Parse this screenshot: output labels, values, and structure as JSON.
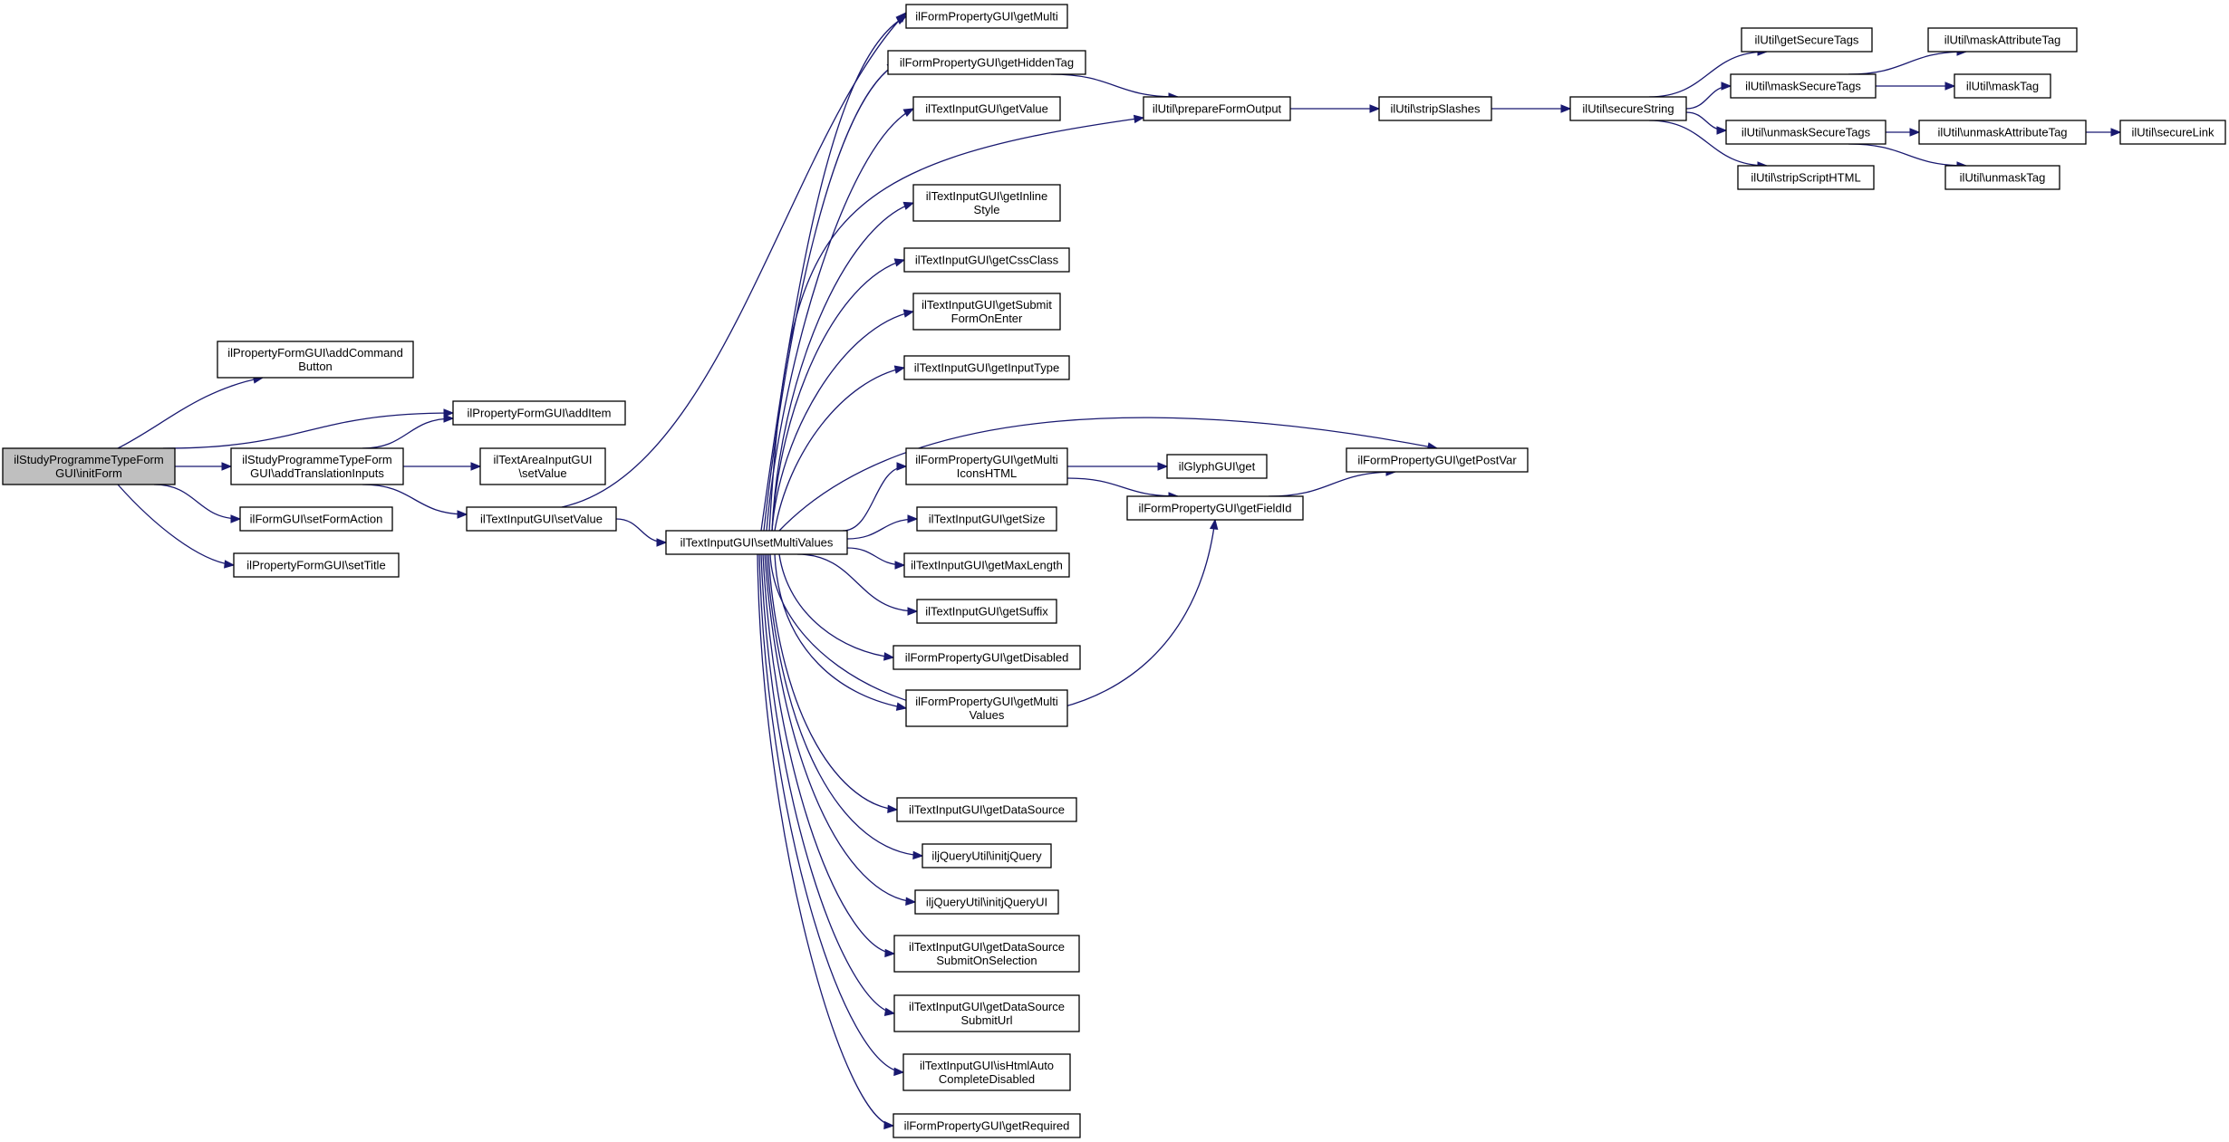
{
  "diagram": {
    "edge_color": "#191970",
    "root_fill": "#bfbfbf",
    "nodes": [
      {
        "id": "root",
        "lines": [
          "ilStudyProgrammeTypeForm",
          "GUI\\initForm"
        ]
      },
      {
        "id": "addCommandButton",
        "lines": [
          "ilPropertyFormGUI\\addCommand",
          "Button"
        ]
      },
      {
        "id": "addItem",
        "lines": [
          "ilPropertyFormGUI\\addItem"
        ]
      },
      {
        "id": "addTranslationInputs",
        "lines": [
          "ilStudyProgrammeTypeForm",
          "GUI\\addTranslationInputs"
        ]
      },
      {
        "id": "setFormAction",
        "lines": [
          "ilFormGUI\\setFormAction"
        ]
      },
      {
        "id": "setTitle",
        "lines": [
          "ilPropertyFormGUI\\setTitle"
        ]
      },
      {
        "id": "textAreaSetValue",
        "lines": [
          "ilTextAreaInputGUI",
          "\\setValue"
        ]
      },
      {
        "id": "textSetValue",
        "lines": [
          "ilTextInputGUI\\setValue"
        ]
      },
      {
        "id": "setMultiValues",
        "lines": [
          "ilTextInputGUI\\setMultiValues"
        ]
      },
      {
        "id": "getMulti",
        "lines": [
          "ilFormPropertyGUI\\getMulti"
        ]
      },
      {
        "id": "getHiddenTag",
        "lines": [
          "ilFormPropertyGUI\\getHiddenTag"
        ]
      },
      {
        "id": "getValue",
        "lines": [
          "ilTextInputGUI\\getValue"
        ]
      },
      {
        "id": "getInlineStyle",
        "lines": [
          "ilTextInputGUI\\getInline",
          "Style"
        ]
      },
      {
        "id": "getCssClass",
        "lines": [
          "ilTextInputGUI\\getCssClass"
        ]
      },
      {
        "id": "getSubmitFormOnEnter",
        "lines": [
          "ilTextInputGUI\\getSubmit",
          "FormOnEnter"
        ]
      },
      {
        "id": "getInputType",
        "lines": [
          "ilTextInputGUI\\getInputType"
        ]
      },
      {
        "id": "getMultiIconsHTML",
        "lines": [
          "ilFormPropertyGUI\\getMulti",
          "IconsHTML"
        ]
      },
      {
        "id": "getSize",
        "lines": [
          "ilTextInputGUI\\getSize"
        ]
      },
      {
        "id": "getMaxLength",
        "lines": [
          "ilTextInputGUI\\getMaxLength"
        ]
      },
      {
        "id": "getSuffix",
        "lines": [
          "ilTextInputGUI\\getSuffix"
        ]
      },
      {
        "id": "getDisabled",
        "lines": [
          "ilFormPropertyGUI\\getDisabled"
        ]
      },
      {
        "id": "getMultiValues",
        "lines": [
          "ilFormPropertyGUI\\getMulti",
          "Values"
        ]
      },
      {
        "id": "getDataSource",
        "lines": [
          "ilTextInputGUI\\getDataSource"
        ]
      },
      {
        "id": "initjQuery",
        "lines": [
          "iljQueryUtil\\initjQuery"
        ]
      },
      {
        "id": "initjQueryUI",
        "lines": [
          "iljQueryUtil\\initjQueryUI"
        ]
      },
      {
        "id": "getDataSourceSubmitOnSelection",
        "lines": [
          "ilTextInputGUI\\getDataSource",
          "SubmitOnSelection"
        ]
      },
      {
        "id": "getDataSourceSubmitUrl",
        "lines": [
          "ilTextInputGUI\\getDataSource",
          "SubmitUrl"
        ]
      },
      {
        "id": "isHtmlAutoCompleteDisabled",
        "lines": [
          "ilTextInputGUI\\isHtmlAuto",
          "CompleteDisabled"
        ]
      },
      {
        "id": "getRequired",
        "lines": [
          "ilFormPropertyGUI\\getRequired"
        ]
      },
      {
        "id": "prepareFormOutput",
        "lines": [
          "ilUtil\\prepareFormOutput"
        ]
      },
      {
        "id": "glyphGet",
        "lines": [
          "ilGlyphGUI\\get"
        ]
      },
      {
        "id": "getFieldId",
        "lines": [
          "ilFormPropertyGUI\\getFieldId"
        ]
      },
      {
        "id": "getPostVar",
        "lines": [
          "ilFormPropertyGUI\\getPostVar"
        ]
      },
      {
        "id": "stripSlashes",
        "lines": [
          "ilUtil\\stripSlashes"
        ]
      },
      {
        "id": "secureString",
        "lines": [
          "ilUtil\\secureString"
        ]
      },
      {
        "id": "getSecureTags",
        "lines": [
          "ilUtil\\getSecureTags"
        ]
      },
      {
        "id": "maskSecureTags",
        "lines": [
          "ilUtil\\maskSecureTags"
        ]
      },
      {
        "id": "unmaskSecureTags",
        "lines": [
          "ilUtil\\unmaskSecureTags"
        ]
      },
      {
        "id": "stripScriptHTML",
        "lines": [
          "ilUtil\\stripScriptHTML"
        ]
      },
      {
        "id": "maskAttributeTag",
        "lines": [
          "ilUtil\\maskAttributeTag"
        ]
      },
      {
        "id": "maskTag",
        "lines": [
          "ilUtil\\maskTag"
        ]
      },
      {
        "id": "unmaskAttributeTag",
        "lines": [
          "ilUtil\\unmaskAttributeTag"
        ]
      },
      {
        "id": "unmaskTag",
        "lines": [
          "ilUtil\\unmaskTag"
        ]
      },
      {
        "id": "secureLink",
        "lines": [
          "ilUtil\\secureLink"
        ]
      }
    ],
    "edges": [
      [
        "root",
        "addCommandButton"
      ],
      [
        "root",
        "addItem"
      ],
      [
        "root",
        "addTranslationInputs"
      ],
      [
        "root",
        "setFormAction"
      ],
      [
        "root",
        "setTitle"
      ],
      [
        "addTranslationInputs",
        "addItem"
      ],
      [
        "addTranslationInputs",
        "textAreaSetValue"
      ],
      [
        "addTranslationInputs",
        "textSetValue"
      ],
      [
        "textSetValue",
        "getMulti"
      ],
      [
        "textSetValue",
        "setMultiValues"
      ],
      [
        "setMultiValues",
        "getMulti"
      ],
      [
        "setMultiValues",
        "getHiddenTag"
      ],
      [
        "setMultiValues",
        "getValue"
      ],
      [
        "setMultiValues",
        "prepareFormOutput"
      ],
      [
        "setMultiValues",
        "getInlineStyle"
      ],
      [
        "setMultiValues",
        "getCssClass"
      ],
      [
        "setMultiValues",
        "getSubmitFormOnEnter"
      ],
      [
        "setMultiValues",
        "getInputType"
      ],
      [
        "setMultiValues",
        "getPostVar"
      ],
      [
        "setMultiValues",
        "getMultiIconsHTML"
      ],
      [
        "setMultiValues",
        "getSize"
      ],
      [
        "setMultiValues",
        "getMaxLength"
      ],
      [
        "setMultiValues",
        "getSuffix"
      ],
      [
        "setMultiValues",
        "getDisabled"
      ],
      [
        "setMultiValues",
        "getMultiValues"
      ],
      [
        "setMultiValues",
        "getFieldId"
      ],
      [
        "setMultiValues",
        "getDataSource"
      ],
      [
        "setMultiValues",
        "initjQuery"
      ],
      [
        "setMultiValues",
        "initjQueryUI"
      ],
      [
        "setMultiValues",
        "getDataSourceSubmitOnSelection"
      ],
      [
        "setMultiValues",
        "getDataSourceSubmitUrl"
      ],
      [
        "setMultiValues",
        "isHtmlAutoCompleteDisabled"
      ],
      [
        "setMultiValues",
        "getRequired"
      ],
      [
        "getHiddenTag",
        "prepareFormOutput"
      ],
      [
        "getMultiIconsHTML",
        "glyphGet"
      ],
      [
        "getMultiIconsHTML",
        "getFieldId"
      ],
      [
        "getFieldId",
        "getPostVar"
      ],
      [
        "prepareFormOutput",
        "stripSlashes"
      ],
      [
        "stripSlashes",
        "secureString"
      ],
      [
        "secureString",
        "getSecureTags"
      ],
      [
        "secureString",
        "maskSecureTags"
      ],
      [
        "secureString",
        "unmaskSecureTags"
      ],
      [
        "secureString",
        "stripScriptHTML"
      ],
      [
        "maskSecureTags",
        "maskAttributeTag"
      ],
      [
        "maskSecureTags",
        "maskTag"
      ],
      [
        "unmaskSecureTags",
        "unmaskAttributeTag"
      ],
      [
        "unmaskSecureTags",
        "unmaskTag"
      ],
      [
        "unmaskAttributeTag",
        "secureLink"
      ]
    ]
  }
}
